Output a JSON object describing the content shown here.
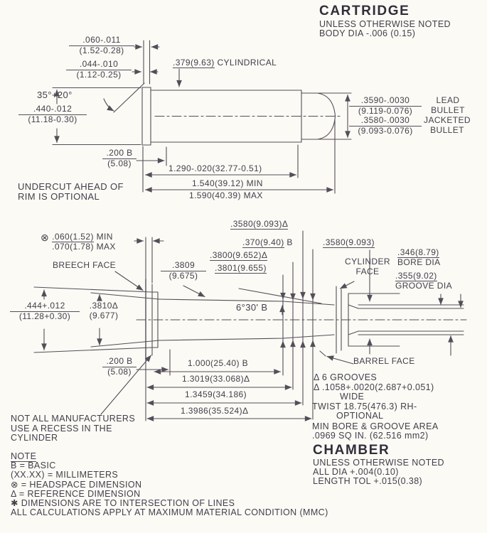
{
  "cartridge": {
    "title": "CARTRIDGE",
    "subnote1": "UNLESS OTHERWISE NOTED",
    "subnote2": "BODY DIA -.006 (0.15)",
    "rim_thickness_outer": {
      "in": ".060-.011",
      "mm": "(1.52-0.28)"
    },
    "rim_thickness_inner": {
      "in": ".044-.010",
      "mm": "(1.12-0.25)"
    },
    "body_dia": {
      "value": ".379(9.63)",
      "suffix": "CYLINDRICAL"
    },
    "rim_angle": "35°+20°",
    "rim_dia": {
      "in": ".440-.012",
      "mm": "(11.18-0.30)"
    },
    "lead_bullet": {
      "in": ".3590-.0030",
      "mm": "(9.119-0.076)",
      "name1": "LEAD",
      "name2": "BULLET"
    },
    "jacketed_bullet": {
      "in": ".3580-.0030",
      "mm": "(9.093-0.076)",
      "name1": "JACKETED",
      "name2": "BULLET"
    },
    "head_length": {
      "in": ".200 B",
      "mm": "(5.08)"
    },
    "case_length": "1.290-.020(32.77-0.51)",
    "oal_min": "1.540(39.12) MIN",
    "oal_max": "1.590(40.39) MAX",
    "undercut_note": [
      "UNDERCUT AHEAD OF",
      "RIM IS OPTIONAL"
    ]
  },
  "chamber": {
    "title": "CHAMBER",
    "subnote1": "UNLESS OTHERWISE NOTED",
    "subnote2": "ALL DIA +.004(0.10)",
    "subnote3": "LENGTH TOL +.015(0.38)",
    "headspace": {
      "symbol": "⊗",
      "min_val": ".060(1.52)",
      "min_suffix": " MIN",
      "max_val": ".070(1.78)",
      "max_suffix": " MAX"
    },
    "breech_face_label": "BREECH FACE",
    "dia_3580_rear": ".3580(9.093)Δ",
    "dia_370": {
      "value": ".370(9.40)",
      "suffix": " B"
    },
    "dia_3800": ".3800(9.652)Δ",
    "dia_3801": ".3801(9.655)",
    "dia_3809": {
      "in": ".3809",
      "mm": "(9.675)"
    },
    "dia_3580_front": ".3580(9.093)",
    "cylinder_face_label": [
      "CYLINDER",
      "FACE"
    ],
    "bore_dia": {
      "value": ".346(8.79)",
      "label": "BORE DIA"
    },
    "groove_dia": {
      "value": ".355(9.02)",
      "label": "GROOVE DIA"
    },
    "recess_dia": {
      "in": ".444+.012",
      "mm": "(11.28+0.30)"
    },
    "rear_dia": {
      "in": ".3810Δ",
      "mm": "(9.677)"
    },
    "throat_angle": "6°30' B",
    "head_length": {
      "in": ".200 B",
      "mm": "(5.08)"
    },
    "len_1000": "1.000(25.40) B",
    "len_13019": "1.3019(33.068)Δ",
    "len_13459": "1.3459(34.186)",
    "len_13986": "1.3986(35.524)Δ",
    "barrel_face_label": "BARREL FACE",
    "grooves_note1": "Δ 6 GROOVES",
    "grooves_note2": "Δ .1058+.0020(2.687+0.051)",
    "grooves_note3": "WIDE",
    "twist_note1": "TWIST 18.75(476.3) RH-",
    "twist_note2": "OPTIONAL",
    "min_area_note1": "MIN BORE & GROOVE AREA",
    "min_area_note2": ".0969 SQ IN. (62.516 mm2)",
    "recess_note": [
      "NOT ALL MANUFACTURERS",
      "USE A RECESS IN THE",
      "CYLINDER"
    ]
  },
  "notes": {
    "heading": "NOTE",
    "lines": [
      "B = BASIC",
      "(XX.XX) = MILLIMETERS",
      "⊗ = HEADSPACE DIMENSION",
      "Δ = REFERENCE DIMENSION",
      "✱ DIMENSIONS ARE TO INTERSECTION OF LINES",
      "ALL CALCULATIONS APPLY AT MAXIMUM MATERIAL CONDITION (MMC)"
    ]
  },
  "colors": {
    "ink": "#554e58",
    "text": "#443e4a"
  }
}
